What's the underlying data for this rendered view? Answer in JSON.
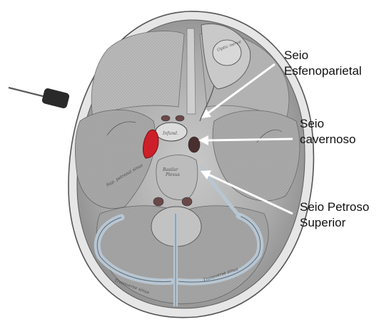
{
  "labels": {
    "sphenoparietal": [
      "Seio",
      "Esfenoparietal"
    ],
    "cavernous": [
      "Seio",
      "cavernoso"
    ],
    "superior_petrosal": [
      "Seio Petroso",
      "Superior"
    ]
  },
  "colors": {
    "highlight": "#cc1f2a",
    "sinus": "#b8c6d2",
    "bone": "#d9d9d9",
    "arrow": "#ffffff",
    "probe": "#2a2a2a"
  },
  "icons": {
    "probe": "probe-icon"
  }
}
